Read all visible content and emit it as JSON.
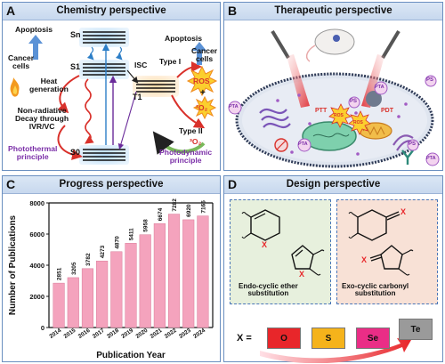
{
  "panels": {
    "a": {
      "letter": "A",
      "title": "Chemistry perspective"
    },
    "b": {
      "letter": "B",
      "title": "Therapeutic perspective"
    },
    "c": {
      "letter": "C",
      "title": "Progress perspective"
    },
    "d": {
      "letter": "D",
      "title": "Design perspective"
    }
  },
  "chemistry": {
    "sn": "Sn",
    "s1": "S1",
    "s0": "S0",
    "t1": "T1",
    "isc": "ISC",
    "apoptosis_left": "Apoptosis",
    "cancer_left": "Cancer\ncells",
    "heat": "Heat\ngeneration",
    "nonrad": "Non-radiative\nDecay through\nIVR/VC",
    "photothermal": "Photothermal\nprinciple",
    "apoptosis_right": "Apoptosis",
    "cancer_right": "Cancer\ncells",
    "type1": "Type I",
    "type2": "Type II",
    "ros": "ROS",
    "plus": "+",
    "singlet_o2": "¹O₂",
    "triplet_o2": "³O₂",
    "photodynamic": "Photodynamic\nprinciple",
    "colors": {
      "photothermal": "#7b2fa8",
      "photodynamic": "#7b2fa8",
      "arrow_red": "#d9312b",
      "arrow_blue": "#2c7ec7"
    }
  },
  "therapeutic": {
    "ps": "PS",
    "pta": "PTA",
    "ptt": "PTT",
    "pdt": "PDT",
    "ros": "ROS",
    "colors": {
      "cell_fill": "#dfe5ef",
      "ps_bubble": "#a25cc4",
      "laser": "#e2262b"
    }
  },
  "chart_data": {
    "type": "bar",
    "title": "",
    "xlabel": "Publication Year",
    "ylabel": "Number of Publications",
    "categories": [
      "2014",
      "2015",
      "2016",
      "2017",
      "2018",
      "2019",
      "2020",
      "2021",
      "2022",
      "2023",
      "2024"
    ],
    "values": [
      2851,
      3205,
      3782,
      4273,
      4870,
      5411,
      5958,
      6674,
      7282,
      6920,
      7165
    ],
    "ylim": [
      0,
      8000
    ],
    "yticks": [
      0,
      2000,
      4000,
      6000,
      8000
    ],
    "grid": false,
    "bar_color": "#f4a3bd",
    "bar_edge": "#d97a98"
  },
  "design": {
    "endo_label": "Endo-cyclic ether\nsubstitution",
    "exo_label": "Exo-cyclic carbonyl\nsubstitution",
    "x_eq": "X =",
    "atom_o": "O",
    "atom_s": "S",
    "atom_se": "Se",
    "atom_te": "Te",
    "x": "X",
    "colors": {
      "endo_bg": "#e7f0dd",
      "exo_bg": "#f8e1d6",
      "o": "#e8262a",
      "s": "#f5b31b",
      "se": "#ea2d86",
      "te": "#9a9a9a"
    }
  }
}
